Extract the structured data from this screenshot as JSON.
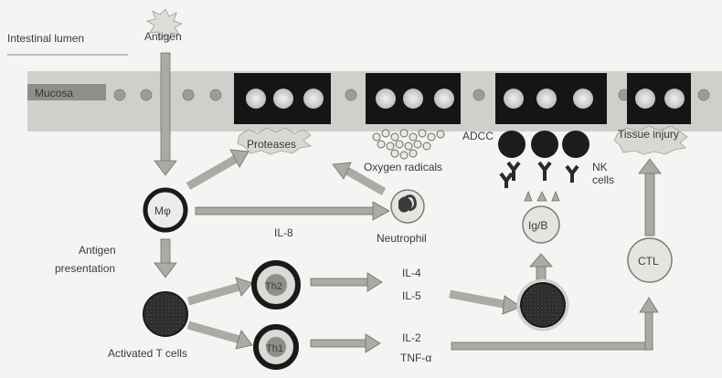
{
  "labels": {
    "intestinal_lumen": "Intestinal lumen",
    "antigen": "Antigen",
    "mucosa": "Mucosa",
    "proteases": "Proteases",
    "oxygen_radicals": "Oxygen radicals",
    "adcc": "ADCC",
    "tissue_injury": "Tissue injury",
    "nk_cells_line1": "NK",
    "nk_cells_line2": "cells",
    "macrophage": "Mφ",
    "il8": "IL-8",
    "neutrophil": "Neutrophil",
    "ig_b": "Ig/B",
    "antigen_presentation_line1": "Antigen",
    "antigen_presentation_line2": "presentation",
    "th2": "Th2",
    "th1": "Th1",
    "il4": "IL-4",
    "il5": "IL-5",
    "il2": "IL-2",
    "tnf_alpha": "TNF-α",
    "ctl": "CTL",
    "activated_t_cells": "Activated T cells"
  },
  "colors": {
    "epithelium_block": "#151515",
    "mucosa_band": "#cfcfcb",
    "arrow_fill": "#a9aba5",
    "arrow_stroke": "#6f716b",
    "cell_ring": "#1a1a1a",
    "text": "#3a3a3a"
  }
}
